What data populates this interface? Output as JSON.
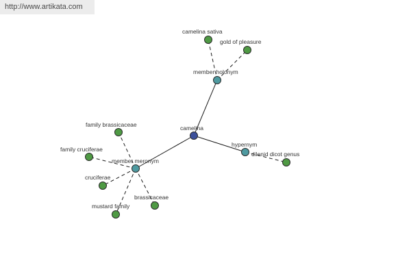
{
  "watermark": {
    "text": "http://www.artikata.com"
  },
  "colors": {
    "root": "#3b4f9a",
    "relation": "#4e9aa0",
    "leaf": "#4f9a44"
  },
  "graph": {
    "root": {
      "label": "camelina"
    },
    "relations": [
      {
        "id": "holonym",
        "label": "member holonym",
        "children": [
          {
            "label": "camelina sativa"
          },
          {
            "label": "gold of pleasure"
          }
        ]
      },
      {
        "id": "hypernym",
        "label": "hypernym",
        "children": [
          {
            "label": "dilenid dicot genus"
          }
        ]
      },
      {
        "id": "meronym",
        "label": "member meronym",
        "children": [
          {
            "label": "family brassicaceae"
          },
          {
            "label": "family cruciferae"
          },
          {
            "label": "cruciferae"
          },
          {
            "label": "mustard family"
          },
          {
            "label": "brassicaceae"
          }
        ]
      }
    ]
  }
}
